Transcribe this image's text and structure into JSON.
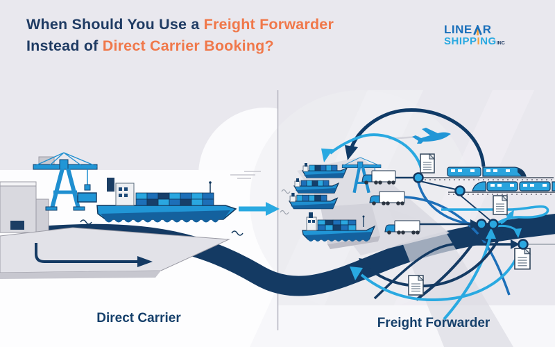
{
  "title": {
    "line1_dark": "When Should You Use a ",
    "line1_accent": "Freight Forwarder",
    "line2_dark": "Instead of ",
    "line2_accent": "Direct Carrier Booking?"
  },
  "logo": {
    "line1_pre": "LINE",
    "line1_post": "R",
    "line2_pre": "SHIPP",
    "line2_arrow_letter": "I",
    "line2_post": "NG",
    "suffix": "INC"
  },
  "sections": {
    "left_label": "Direct Carrier",
    "right_label": "Freight Forwarder"
  },
  "scene": {
    "left_elements": [
      "warehouse",
      "container-crane",
      "dock",
      "container-ship",
      "route-arrow"
    ],
    "right_elements": [
      "container-ships",
      "port-crane",
      "trucks",
      "trains",
      "airplane",
      "shipping-documents",
      "network-nodes",
      "route-arrows"
    ]
  },
  "colors": {
    "title_navy": "#1f3b63",
    "title_orange": "#f0784a",
    "logo_blue": "#1a6fba",
    "logo_light_blue": "#29a9e1",
    "logo_arrow_orange": "#f5a03c",
    "navy": "#143a63",
    "medium_blue": "#1d6fb8",
    "light_blue": "#29a9e1",
    "ship_blue": "#2196d6",
    "background_gray": "#e9e8ee",
    "dock_gray": "#e0e0e6"
  }
}
